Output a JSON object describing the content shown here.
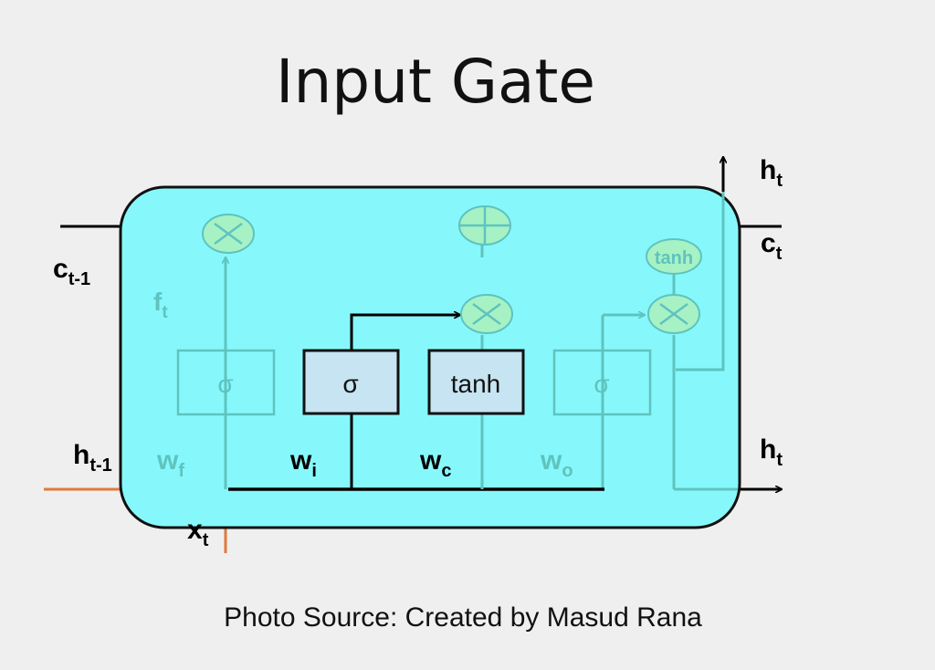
{
  "title": "Input Gate",
  "caption": "Photo Source: Created by Masud Rana",
  "colors": {
    "background": "#efefef",
    "cell": "#86f8fb",
    "op": "#a7f2c4",
    "active_box": "#c6e4f2",
    "input_line": "#e07a3a",
    "faded": "#5fc3bf"
  },
  "labels": {
    "c_prev": {
      "base": "c",
      "sub": "t-1"
    },
    "h_prev": {
      "base": "h",
      "sub": "t-1"
    },
    "x": {
      "base": "x",
      "sub": "t"
    },
    "h_out_top": {
      "base": "h",
      "sub": "t"
    },
    "c_out": {
      "base": "c",
      "sub": "t"
    },
    "h_out": {
      "base": "h",
      "sub": "t"
    },
    "f": {
      "base": "f",
      "sub": "t"
    },
    "w_f": {
      "base": "w",
      "sub": "f"
    },
    "w_i": {
      "base": "w",
      "sub": "i"
    },
    "w_c": {
      "base": "w",
      "sub": "c"
    },
    "w_o": {
      "base": "w",
      "sub": "o"
    }
  },
  "gates": {
    "forget": "σ",
    "input": "σ",
    "candidate": "tanh",
    "output": "σ",
    "cell_tanh": "tanh"
  }
}
